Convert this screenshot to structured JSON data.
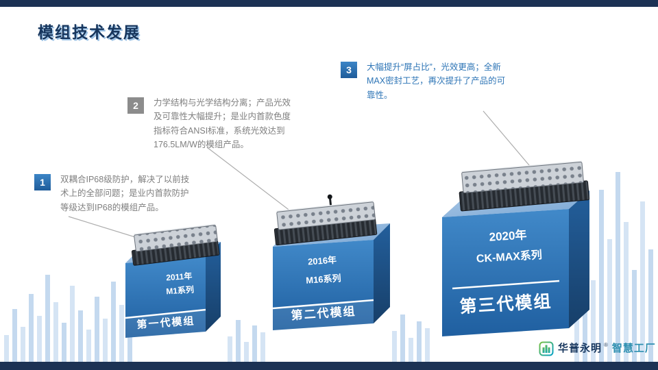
{
  "page": {
    "title": "模组技术发展"
  },
  "callouts": [
    {
      "num": "1",
      "text": "双耦合IP68级防护，解决了以前技术上的全部问题；是业内首款防护等级达到IP68的模组产品。"
    },
    {
      "num": "2",
      "text": "力学结构与光学结构分离；产品光效及可靠性大幅提升；是业内首款色度指标符合ANSI标准，系统光效达到176.5LM/W的模组产品。"
    },
    {
      "num": "3",
      "text": "大幅提升“屏占比”，光效更高；全新MAX密封工艺，再次提升了产品的可靠性。"
    }
  ],
  "modules": [
    {
      "year": "2011年",
      "series": "M1系列",
      "generation": "第一代模组"
    },
    {
      "year": "2016年",
      "series": "M16系列",
      "generation": "第二代模组"
    },
    {
      "year": "2020年",
      "series": "CK-MAX系列",
      "generation": "第三代模组"
    }
  ],
  "logo": {
    "brand": "华普永明",
    "reg": "®",
    "suffix": "智慧工厂"
  },
  "colors": {
    "navy": "#17365d",
    "blue": "#2e75b6",
    "gray": "#7f7f7f",
    "light_blue_bars": "#cfe0f2",
    "teal": "#2e8fb0"
  }
}
